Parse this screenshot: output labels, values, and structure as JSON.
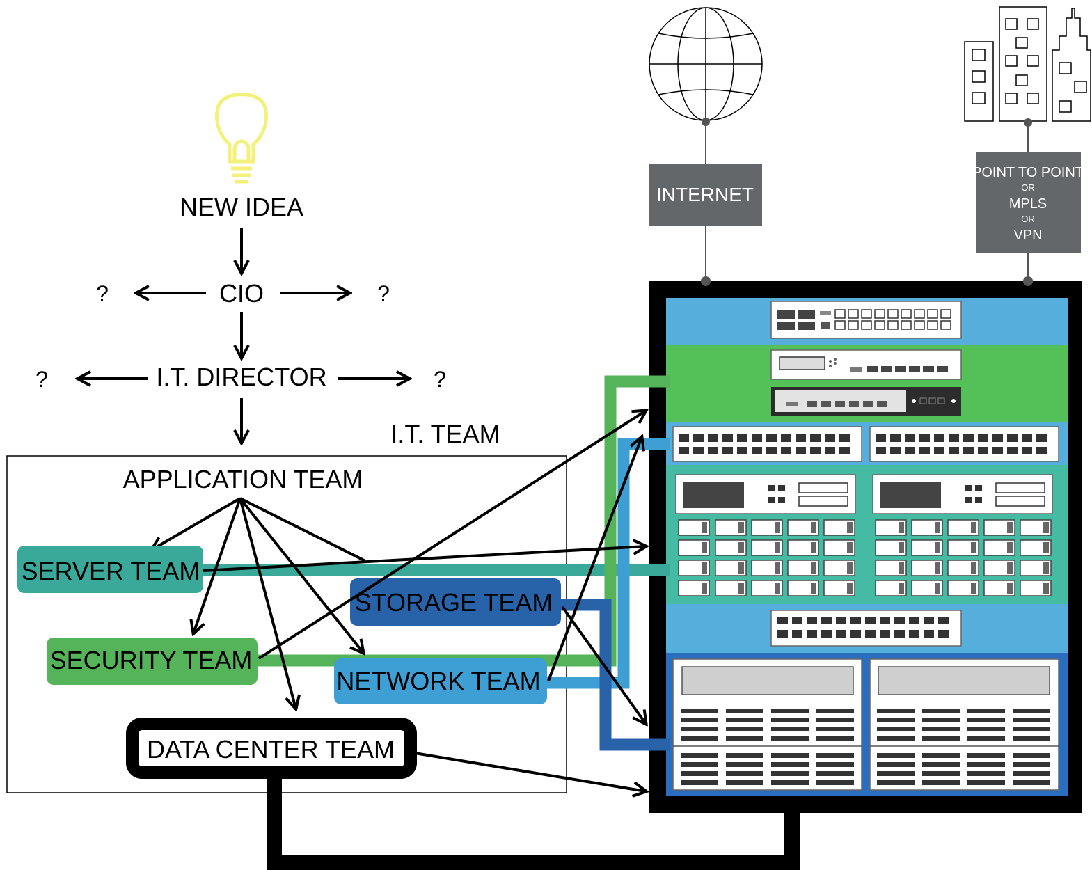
{
  "top_chain": {
    "idea_label": "NEW IDEA",
    "cio_label": "CIO",
    "director_label": "I.T. DIRECTOR",
    "cio_left_q": "?",
    "cio_right_q": "?",
    "director_left_q": "?",
    "director_right_q": "?"
  },
  "it_team": {
    "title": "I.T. TEAM",
    "application_team": "APPLICATION TEAM",
    "server_team": "SERVER TEAM",
    "storage_team": "STORAGE TEAM",
    "security_team": "SECURITY TEAM",
    "network_team": "NETWORK TEAM",
    "data_center_team": "DATA CENTER TEAM"
  },
  "connections": {
    "internet_label": "INTERNET",
    "wan_line1": "POINT TO POINT",
    "wan_or1": "OR",
    "wan_line2": "MPLS",
    "wan_or2": "OR",
    "wan_line3": "VPN"
  },
  "colors": {
    "server": "#3aa99a",
    "storage": "#2862a8",
    "security": "#55b45a",
    "network": "#3d9fd4",
    "rack_blue": "#56aedc",
    "rack_green": "#53c157",
    "rack_teal": "#45bba3",
    "rack_dark_blue": "#2a6ec0",
    "label_box": "#646769",
    "bulb": "#f4f17a"
  },
  "icons": [
    "lightbulb-icon",
    "globe-icon",
    "city-buildings-icon"
  ]
}
